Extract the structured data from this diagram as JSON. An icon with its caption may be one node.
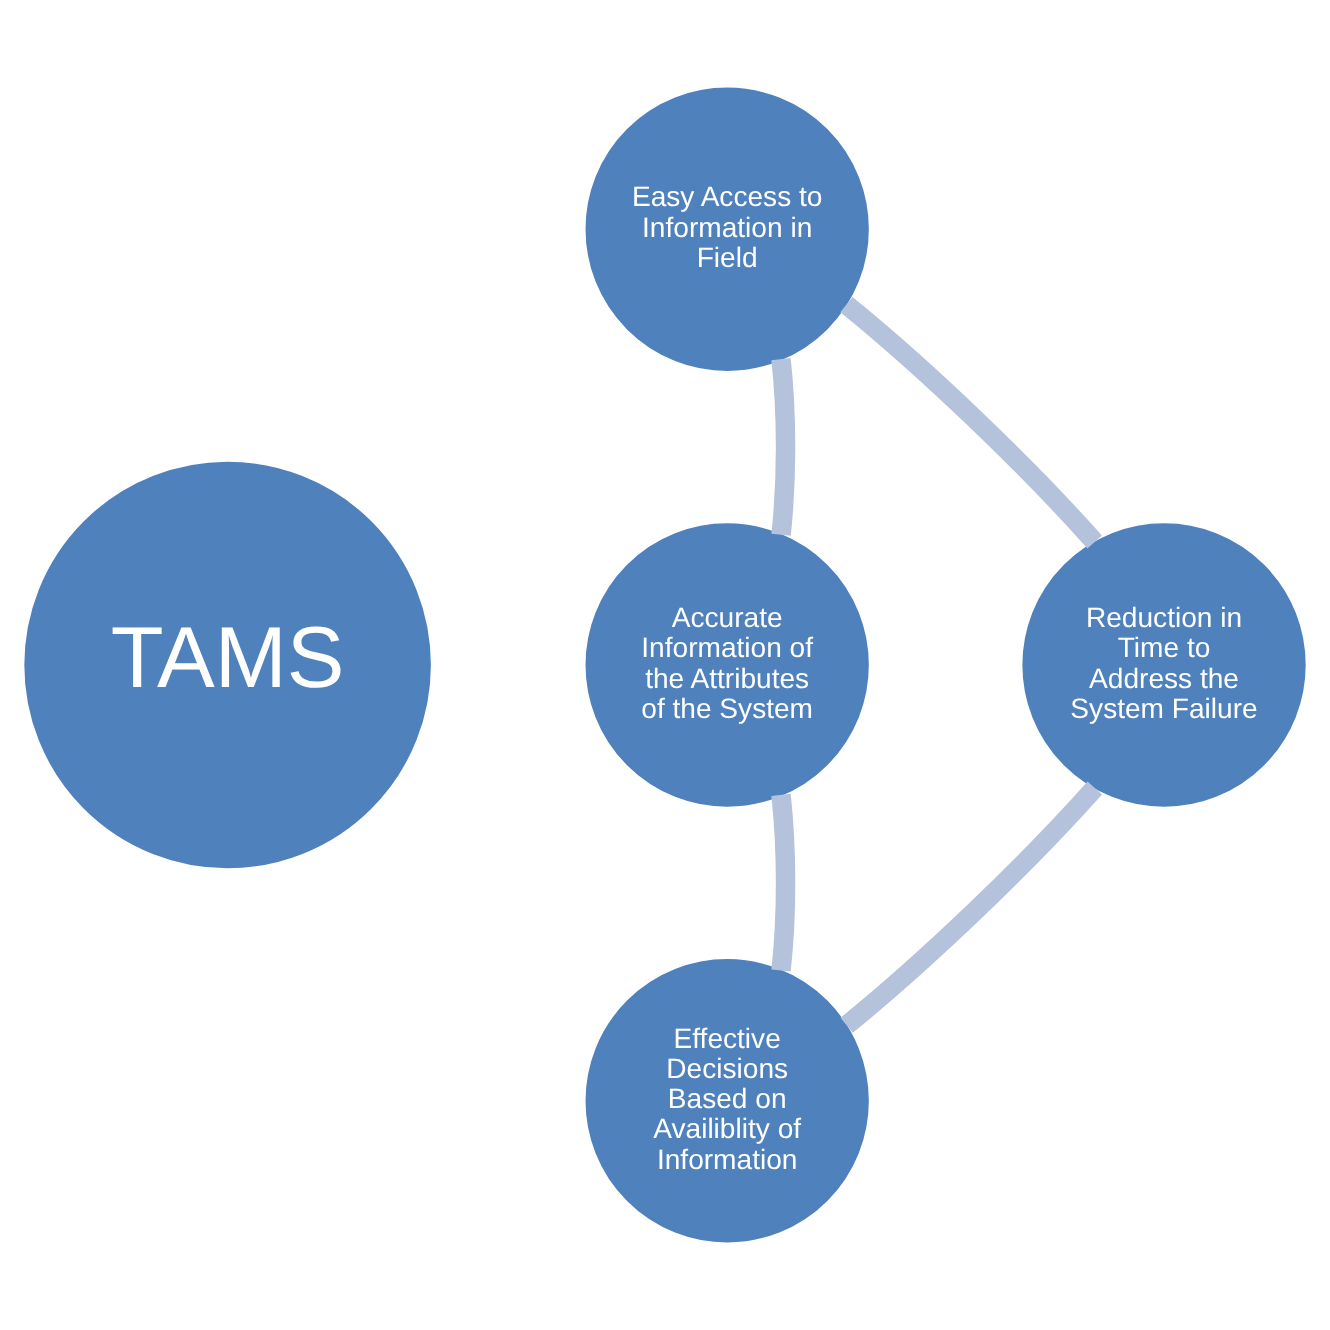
{
  "diagram": {
    "nodes": [
      {
        "text": [
          "TAMS"
        ]
      },
      {
        "text": [
          "Easy Access to Information in Field"
        ]
      },
      {
        "text": [
          "Accurate Information of the Attributes of the System"
        ]
      },
      {
        "text": [
          "Effective Decisions Based on Availiblity of Information"
        ]
      },
      {
        "text": [
          "Reduction in Time to Address the System Failure"
        ]
      }
    ],
    "edges": [
      {
        "from": 1,
        "to": 2,
        "arrow": "none"
      },
      {
        "from": 2,
        "to": 3,
        "arrow": "none"
      },
      {
        "from": 3,
        "to": 4,
        "arrow": "none"
      },
      {
        "from": 4,
        "to": 1,
        "arrow": "none"
      }
    ]
  }
}
